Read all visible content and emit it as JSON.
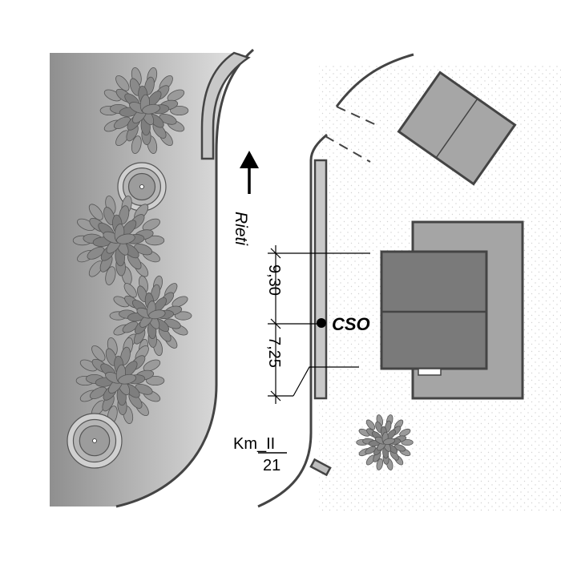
{
  "map": {
    "direction_label": "Rieti",
    "point_label": "CSO",
    "dimension_top": "9,30",
    "dimension_bottom": "7,25",
    "km_label_top": "Km_II",
    "km_label_bottom": "21",
    "icons": {
      "direction": "north-arrow-icon",
      "tree": "tree-icon",
      "shrub": "shrub-icon",
      "building": "building-icon",
      "point": "survey-point-icon"
    },
    "colors": {
      "verge_dark": "#8f8f8f",
      "verge_light": "#dedede",
      "building_roof": "#7a7a7a",
      "building_plot": "#a5a5a5",
      "outline": "#444444",
      "foliage": "#9a9a9a"
    }
  }
}
